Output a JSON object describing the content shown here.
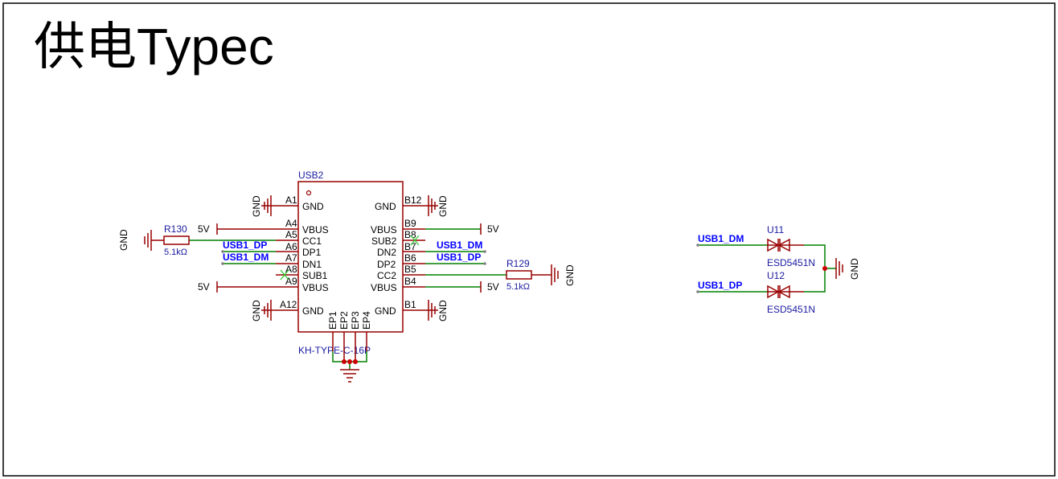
{
  "title": "供电Typec",
  "usb_connector": {
    "designator": "USB2",
    "part": "KH-TYPE-C-16P",
    "left_pins": [
      {
        "num": "A1",
        "name": "GND"
      },
      {
        "num": "A4",
        "name": "VBUS"
      },
      {
        "num": "A5",
        "name": "CC1"
      },
      {
        "num": "A6",
        "name": "DP1"
      },
      {
        "num": "A7",
        "name": "DN1"
      },
      {
        "num": "A8",
        "name": "SUB1"
      },
      {
        "num": "A9",
        "name": "VBUS"
      },
      {
        "num": "A12",
        "name": "GND"
      }
    ],
    "right_pins": [
      {
        "num": "B12",
        "name": "GND"
      },
      {
        "num": "B9",
        "name": "VBUS"
      },
      {
        "num": "B8",
        "name": "SUB2"
      },
      {
        "num": "B7",
        "name": "DN2"
      },
      {
        "num": "B6",
        "name": "DP2"
      },
      {
        "num": "B5",
        "name": "CC2"
      },
      {
        "num": "B4",
        "name": "VBUS"
      },
      {
        "num": "B1",
        "name": "GND"
      }
    ],
    "bottom_pins": [
      "EP1",
      "EP2",
      "EP3",
      "EP4"
    ]
  },
  "resistors": [
    {
      "designator": "R130",
      "value": "5.1kΩ"
    },
    {
      "designator": "R129",
      "value": "5.1kΩ"
    }
  ],
  "diodes": [
    {
      "designator": "U11",
      "part": "ESD5451N"
    },
    {
      "designator": "U12",
      "part": "ESD5451N"
    }
  ],
  "nets": {
    "usb_dp": "USB1_DP",
    "usb_dm": "USB1_DM",
    "supply": "5V",
    "ground": "GND"
  },
  "colors": {
    "component": "#990000",
    "wire": "#008000",
    "net_label": "#0000ff",
    "designator": "#1a1aa0",
    "junction": "#cc0000",
    "no_connect": "#33cc33"
  }
}
